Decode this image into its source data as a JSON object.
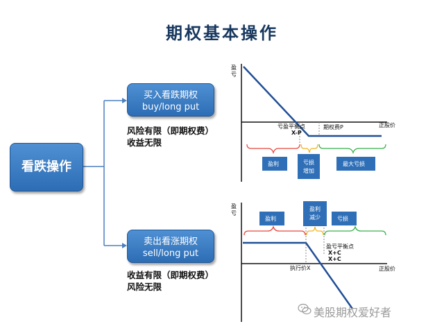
{
  "title": "期权基本操作",
  "main_node": "看跌操作",
  "buy_put": {
    "line1": "买入看跌期权",
    "line2": "buy/long put",
    "desc1": "风险有限（即期权费）",
    "desc2": "收益无限",
    "chart": {
      "y_axis_label": "盈亏",
      "x_axis_label": "正股价",
      "breakeven_label": "亏盈平衡点",
      "breakeven_formula": "X-P",
      "premium_label": "期权费P",
      "box_profit": "盈利",
      "box_loss_increase": "亏损增加",
      "box_max_loss": "最大亏损"
    }
  },
  "sell_put": {
    "line1": "卖出看涨期权",
    "line2": "sell/long put",
    "desc1": "收益有限（即期权费）",
    "desc2": "风险无限",
    "chart": {
      "y_axis_label": "盈亏",
      "x_axis_label": "正股价",
      "box_profit": "盈利",
      "box_profit_decrease": "盈利减少",
      "box_loss": "亏损",
      "breakeven_label": "盈亏平衡点",
      "breakeven_formula1": "X+C",
      "breakeven_formula2": "X+C",
      "strike_label": "执行价X"
    }
  },
  "watermark": "美股期权爱好者",
  "colors": {
    "node_blue": "#3a7cc4",
    "title_navy": "#17375e",
    "payoff_line": "#1f4e96",
    "brace_red": "#e8473f",
    "brace_yellow": "#f2b522",
    "brace_green": "#36b24a",
    "box_blue": "#2f6fb7"
  }
}
